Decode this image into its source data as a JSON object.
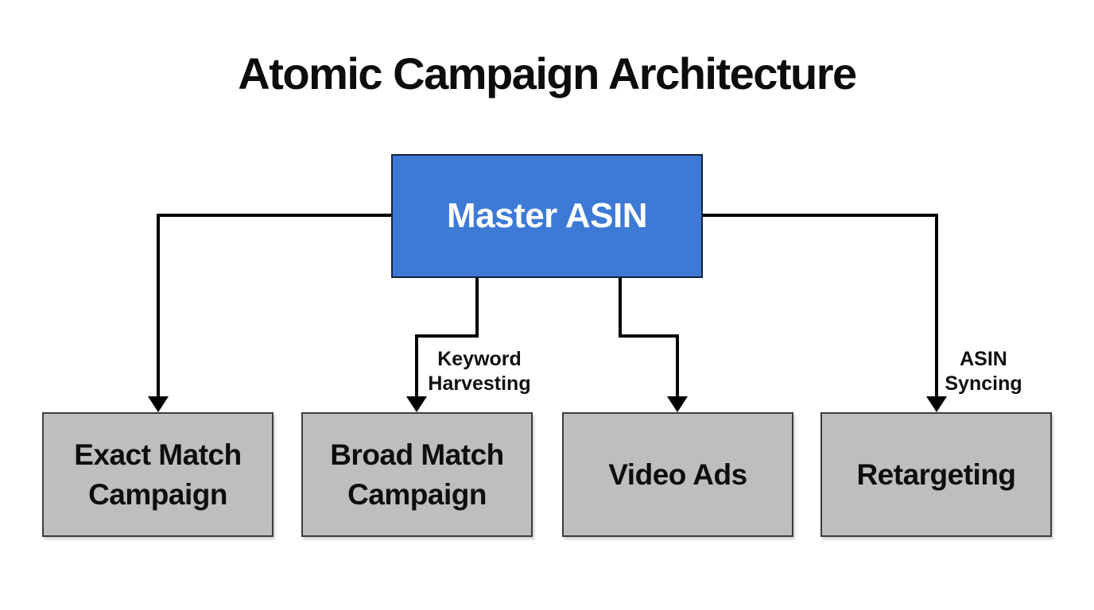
{
  "title": "Atomic Campaign Architecture",
  "diagram": {
    "root": {
      "label": "Master ASIN"
    },
    "children": [
      {
        "label": "Exact Match Campaign"
      },
      {
        "label": "Broad Match Campaign"
      },
      {
        "label": "Video Ads"
      },
      {
        "label": "Retargeting"
      }
    ],
    "edge_labels": [
      {
        "lines": [
          "Keyword",
          "Harvesting"
        ],
        "on_edge": "Master ASIN → Broad Match Campaign"
      },
      {
        "lines": [
          "ASIN",
          "Syncing"
        ],
        "on_edge": "Master ASIN → Retargeting"
      }
    ]
  },
  "colors": {
    "background": "#FFFFFF",
    "title_text": "#0D0D0D",
    "root_fill": "#3C7AD6",
    "root_border": "#16213A",
    "root_text": "#FFFFFF",
    "child_fill": "#BEBEBE",
    "child_border": "#3D3D3D",
    "child_text": "#0E0E0E",
    "connector": "#000000"
  }
}
